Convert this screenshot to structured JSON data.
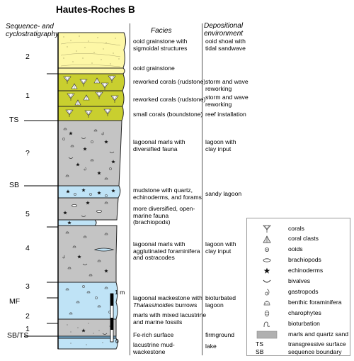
{
  "title": "Hautes-Roches B",
  "headers": {
    "sequence_line1": "Sequence- and",
    "sequence_line2": "cyclostratigraphy",
    "facies": "Facies",
    "env_line1": "Depositional",
    "env_line2": "environment"
  },
  "sequence_labels": {
    "n2_top": "2",
    "n1_top": "1",
    "ts": "TS",
    "q": "?",
    "sb": "SB",
    "n5": "5",
    "n4": "4",
    "n3": "3",
    "mf": "MF",
    "n2_bottom": "2",
    "n1_bottom": "1",
    "sbts": "SB/TS"
  },
  "scale": {
    "top": "1 m",
    "bottom": "0"
  },
  "units": [
    {
      "facies": [
        "ooid grainstone with",
        "sigmoidal structures"
      ],
      "environment": [
        "ooid shoal with",
        "tidal sandwave"
      ]
    },
    {
      "facies": [
        "ooid grainstone"
      ],
      "environment": []
    },
    {
      "facies": [
        "reworked corals (rudstone)"
      ],
      "environment": [
        "storm and wave",
        "reworking"
      ]
    },
    {
      "facies": [
        "reworked corals (rudstone)"
      ],
      "environment": [
        "storm and wave",
        "reworking"
      ]
    },
    {
      "facies": [
        "small corals (boundstone)"
      ],
      "environment": [
        "reef installation"
      ]
    },
    {
      "facies": [
        "lagoonal marls with",
        "diversified fauna"
      ],
      "environment": [
        "lagoon with",
        "clay input"
      ]
    },
    {
      "facies": [
        "mudstone with quartz,",
        "echinoderms, and forams"
      ],
      "environment": [
        "sandy lagoon"
      ]
    },
    {
      "facies": [
        "more diversified, open-",
        "marine fauna",
        "(brachiopods)"
      ],
      "environment": []
    },
    {
      "facies": [
        "lagoonal marls with",
        "agglutinated foraminifera",
        "and ostracodes"
      ],
      "environment": [
        "lagoon with",
        "clay input"
      ]
    },
    {
      "facies_line1": "lagoonal wackestone with",
      "facies_italic": "Thalassinoides",
      "facies_rest": " burrows",
      "environment": [
        "bioturbated",
        "lagoon"
      ]
    },
    {
      "facies": [
        "marls with mixed lacustrine",
        "and marine fossils"
      ],
      "environment": []
    },
    {
      "facies": [
        "Fe-rich surface"
      ],
      "environment": [
        "firmground"
      ]
    },
    {
      "facies": [
        "lacustrine mud-",
        "wackestone"
      ],
      "environment": [
        "lake"
      ]
    }
  ],
  "legend": [
    {
      "icon": "corals-icon",
      "label": "corals"
    },
    {
      "icon": "coral-clasts-icon",
      "label": "coral clasts"
    },
    {
      "icon": "ooids-icon",
      "label": "ooids"
    },
    {
      "icon": "brachiopods-icon",
      "label": "brachiopods"
    },
    {
      "icon": "echinoderms-icon",
      "label": "echinoderms"
    },
    {
      "icon": "bivalves-icon",
      "label": "bivalves"
    },
    {
      "icon": "gastropods-icon",
      "label": "gastropods"
    },
    {
      "icon": "benthic-foraminifera-icon",
      "label": "benthic foraminifera"
    },
    {
      "icon": "charophytes-icon",
      "label": "charophytes"
    },
    {
      "icon": "bioturbation-icon",
      "label": "bioturbation"
    },
    {
      "icon": "marls-swatch",
      "label": "marls and quartz sand"
    },
    {
      "icon": "ts-abbrev",
      "abbr": "TS",
      "label": "transgressive surface"
    },
    {
      "icon": "sb-abbrev",
      "abbr": "SB",
      "label": "sequence boundary"
    }
  ],
  "colors": {
    "ooid_yellow": "#fdf7a6",
    "coral_olive": "#c9cf2f",
    "marl_gray": "#c4c4c4",
    "light_blue": "#bfe3f6"
  }
}
